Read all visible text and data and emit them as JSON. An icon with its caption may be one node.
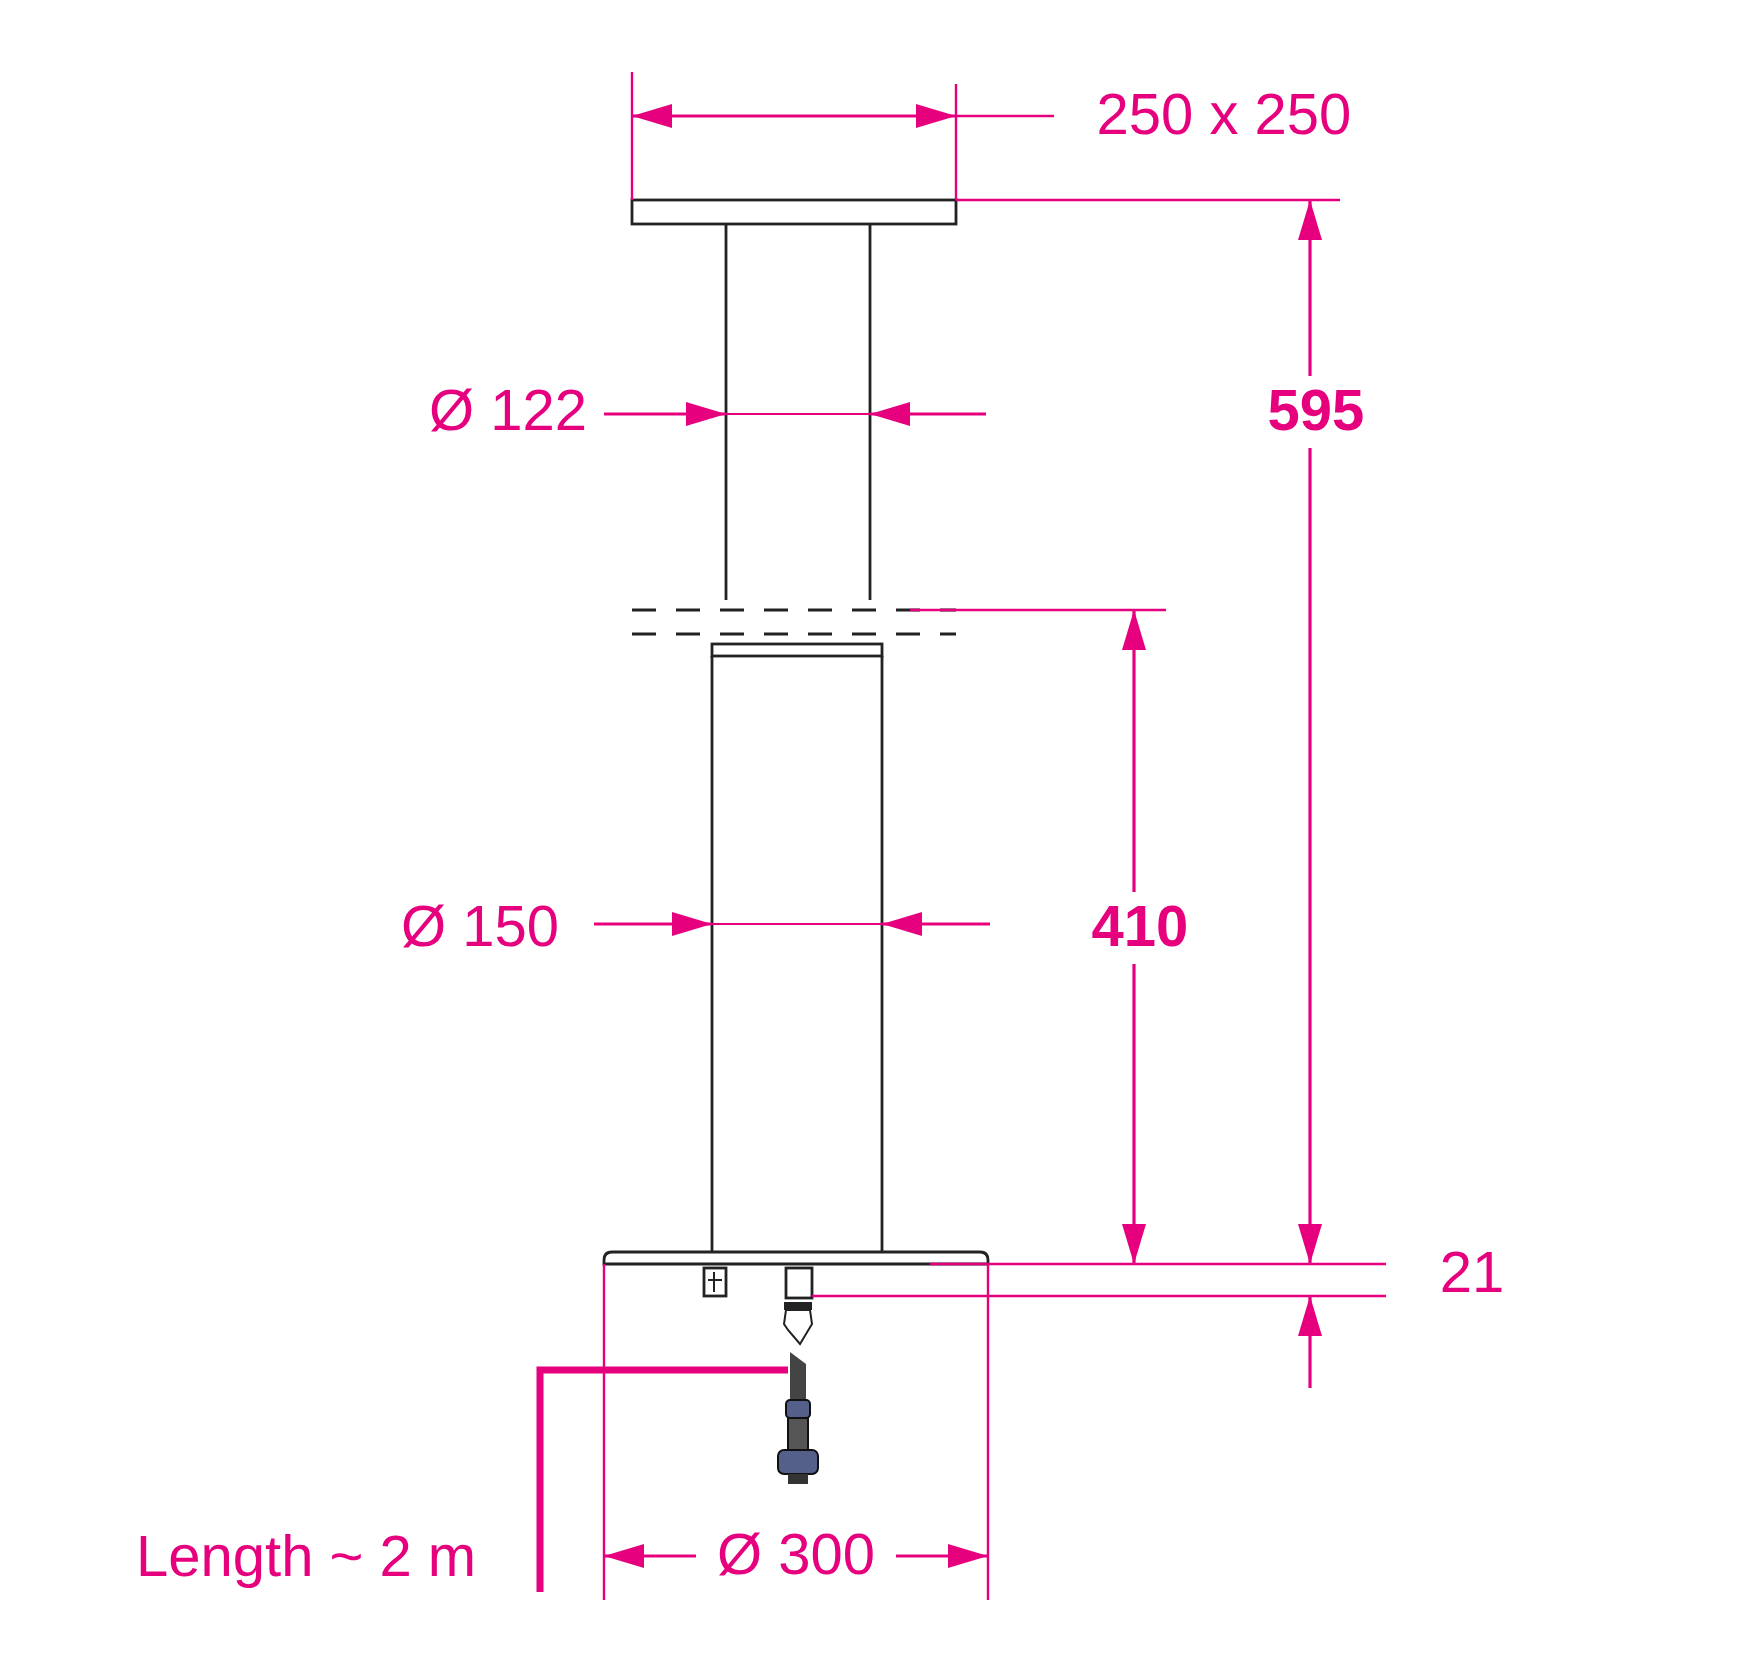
{
  "diagram": {
    "nodes": [
      {
        "text": [
          "Length ~ 2 m"
        ]
      },
      {
        "text": [],
        "shape": "picture"
      }
    ],
    "edges": [
      {
        "from": 0,
        "to": 1,
        "arrow": "none"
      }
    ],
    "labels": [
      "250 x 250",
      "Ø 122",
      "595",
      "Ø 150",
      "410",
      "21",
      "Ø 300"
    ]
  }
}
